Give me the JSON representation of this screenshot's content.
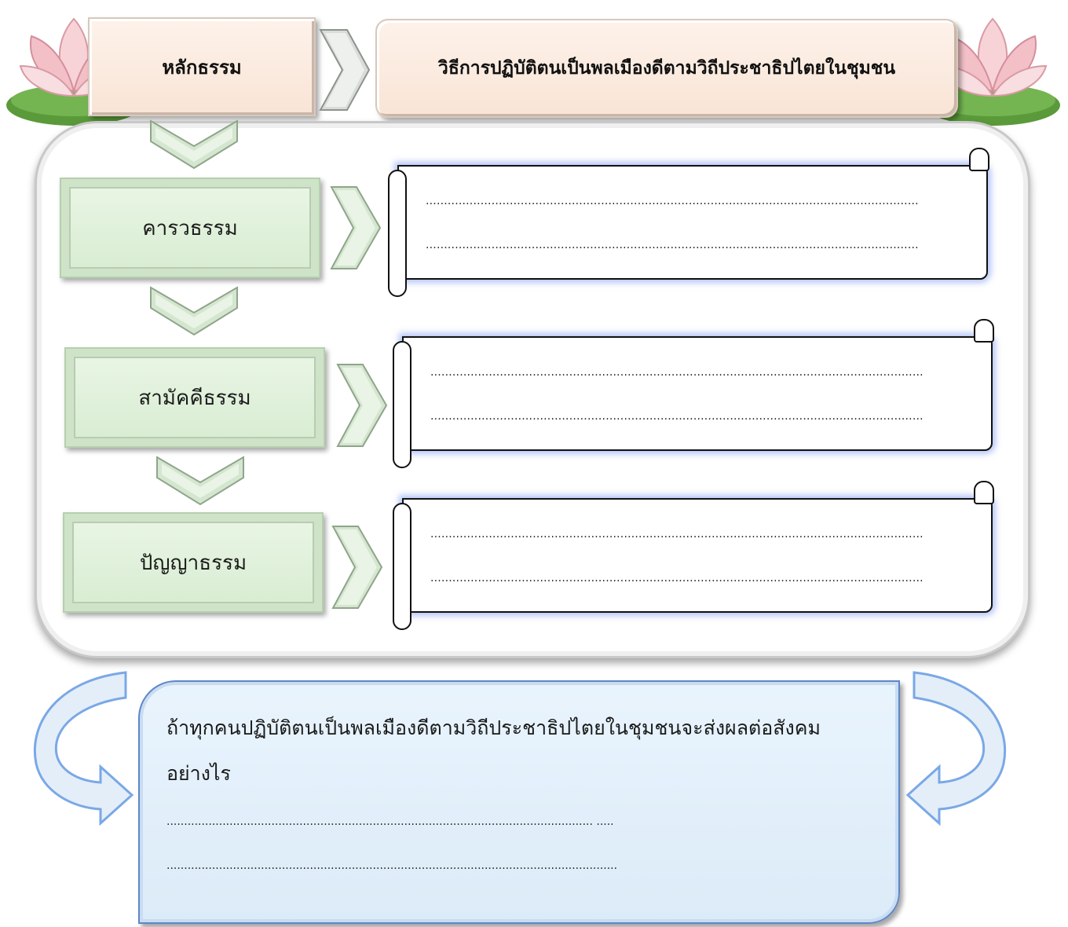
{
  "header": {
    "left_label": "หลักธรรม",
    "right_label": "วิธีการปฏิบัติตนเป็นพลเมืองดีตามวิถีประชาธิปไตยในชุมชน"
  },
  "virtues": [
    {
      "label": "คารวธรรม"
    },
    {
      "label": "สามัคคีธรรม"
    },
    {
      "label": "ปัญญาธรรม"
    }
  ],
  "answer_lines": {
    "line": "......................................................................................................................................."
  },
  "question": {
    "text": "ถ้าทุกคนปฏิบัติตนเป็นพลเมืองดีตามวิถีประชาธิปไตยในชุมชนจะส่งผลต่อสังคมอย่างไร",
    "line1": ".......................................................................................................................... .....",
    "line2": "................................................................................................................................."
  },
  "colors": {
    "lotus_petal": "#f6c9d0",
    "lotus_leaf": "#5a9a3a",
    "arrow_silver": "#cfd6cf",
    "curve_arrow_blue": "#7aa8e6"
  }
}
